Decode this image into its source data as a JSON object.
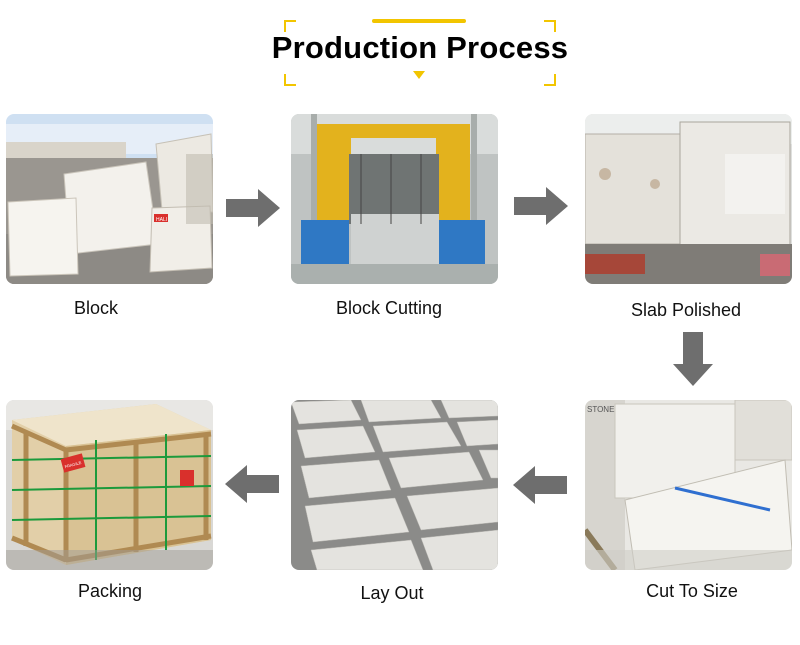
{
  "title": "Production Process",
  "accent_color": "#f2c500",
  "arrow_color": "#6e6e6e",
  "steps": [
    {
      "label": "Block",
      "image": "marble-blocks-in-yard"
    },
    {
      "label": "Block Cutting",
      "image": "gang-saw-machine"
    },
    {
      "label": "Slab Polished",
      "image": "polishing-line"
    },
    {
      "label": "Cut To Size",
      "image": "cut-marble-strips"
    },
    {
      "label": "Lay Out",
      "image": "laid-out-marble-tiles"
    },
    {
      "label": "Packing",
      "image": "wooden-crate-packing"
    }
  ],
  "photo_text": {
    "crate_tag": "FRAGILE",
    "yard_sign": "HALI",
    "stone_brand": "STONE"
  },
  "icons": [
    "arrow-right-icon",
    "arrow-down-icon",
    "arrow-left-icon"
  ]
}
